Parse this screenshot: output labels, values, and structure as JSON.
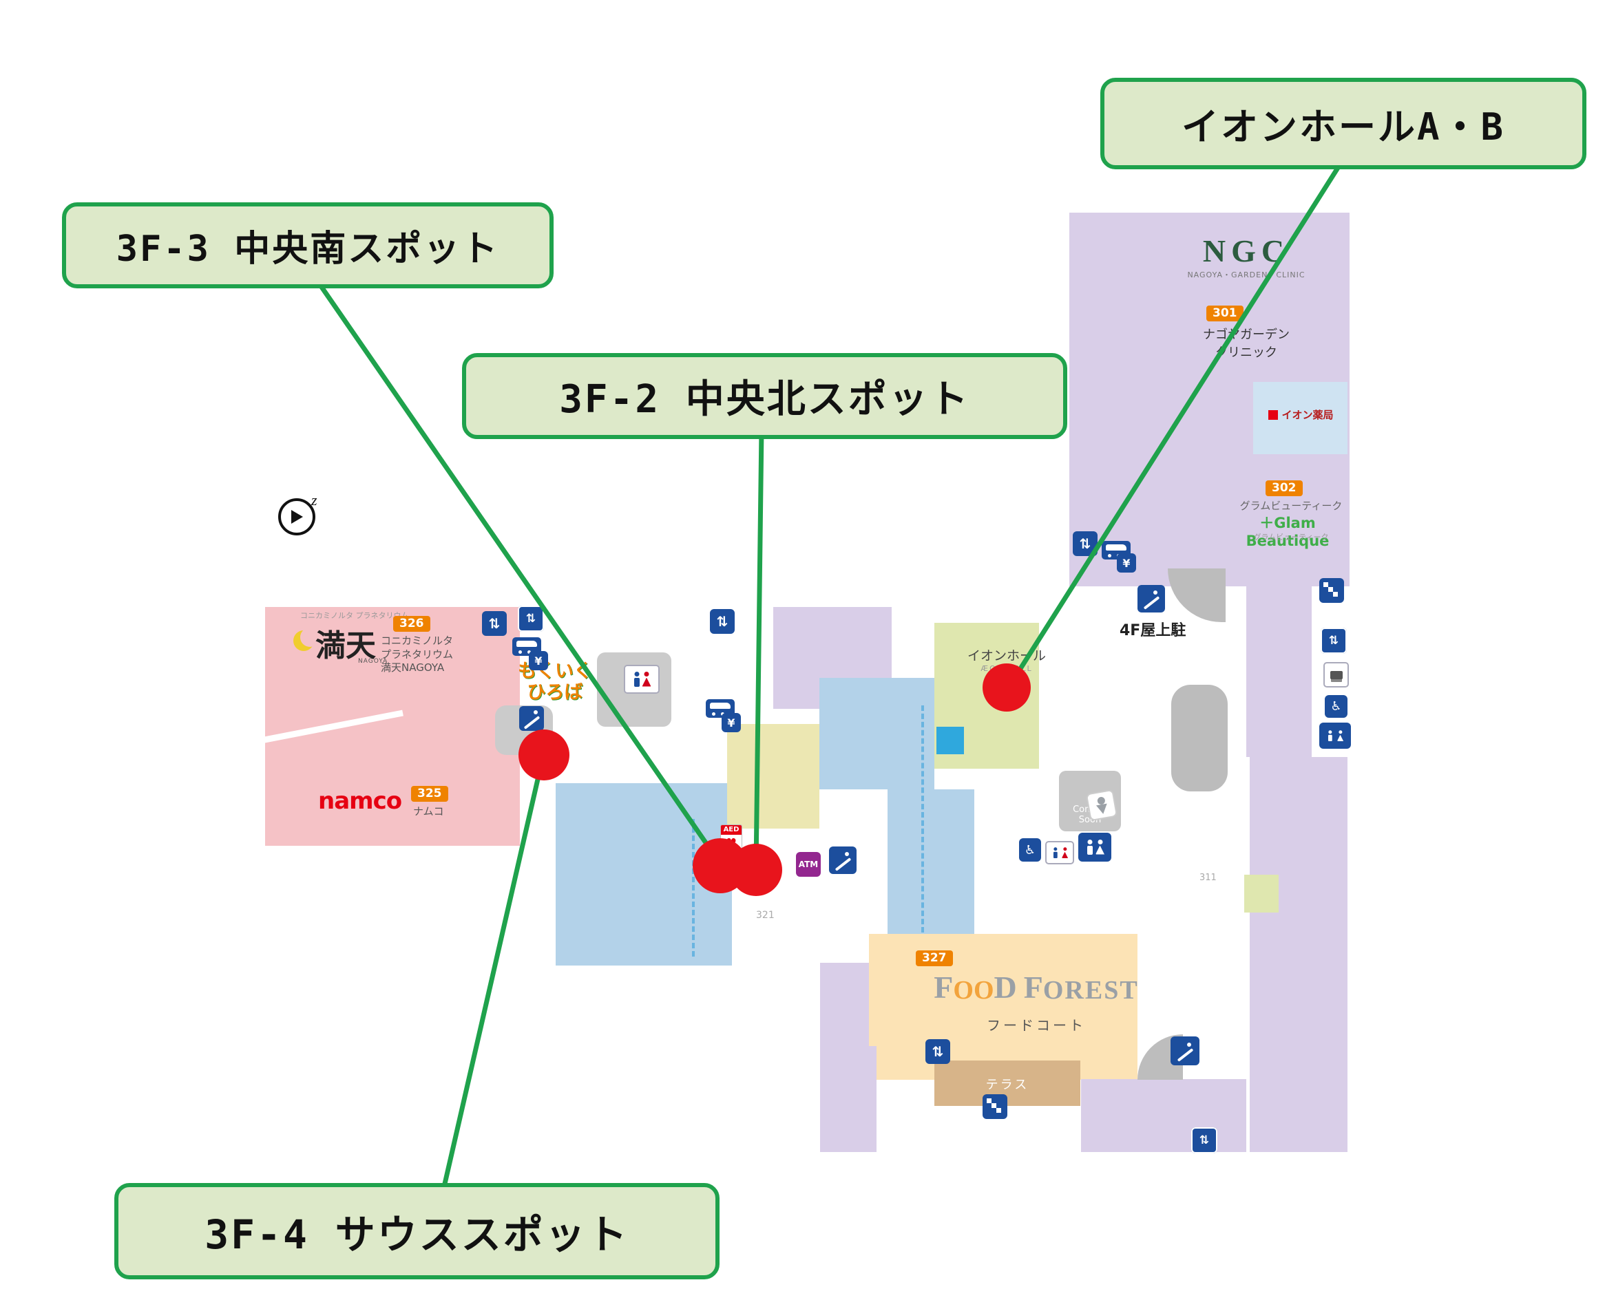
{
  "callouts": {
    "hall": "イオンホールA・B",
    "f3_3": "3F-3 中央南スポット",
    "f3_2": "3F-2 中央北スポット",
    "f3_4": "3F-4 サウススポット"
  },
  "tenants": {
    "ngc": {
      "logo": "NGC",
      "sub": "NAGOYA・GARDEN・CLINIC",
      "unit": "301",
      "line1": "ナゴヤガーデン",
      "line2": "クリニック"
    },
    "pharmacy": {
      "name": "イオン薬局"
    },
    "glam": {
      "unit": "302",
      "kana": "グラムビューティーク",
      "en": "＋Glam Beautique",
      "sub": "グラムビューティーク"
    },
    "manten": {
      "brand": "コニカミノルタ プラネタリウム",
      "logo": "満天",
      "logo_sub": "NAGOYA",
      "unit": "326",
      "line1": "コニカミノルタ",
      "line2": "プラネタリウム",
      "line3": "満天NAGOYA"
    },
    "namco": {
      "logo": "namco",
      "unit": "325",
      "kana": "ナムコ"
    },
    "mokuiku": {
      "line1": "もくいく",
      "line2": "ひろば"
    },
    "hall_map": {
      "line1": "イオンホール",
      "line2": "ÆON HALL"
    },
    "food_forest": {
      "unit": "327",
      "f1": "F",
      "o1": "O",
      "o2": "O",
      "d": "D",
      "f2": "F",
      "orest": "OREST",
      "kana": "フードコート"
    },
    "terrace": "テラス",
    "coming_soon": {
      "line1": "Coming",
      "line2": "Soon"
    }
  },
  "labels": {
    "roof_parking": "4F屋上駐",
    "unit_321": "321",
    "unit_311": "311",
    "compass": "z"
  },
  "icon_glyphs": {
    "elevator": "⇅",
    "yen": "¥",
    "atm": "ATM",
    "aed": "AED",
    "heart": "♥",
    "wheelchair": "♿"
  },
  "colors": {
    "callout_border": "#1fa24c",
    "callout_bg": "#dde9c9",
    "dot_red": "#e8141c",
    "purple": "#d9cee8",
    "pink": "#f5c2c6",
    "blue": "#b3d2e9",
    "bright_blue": "#2fa8dd",
    "yellow": "#ece7b2",
    "green_block": "#dfe7af",
    "food_tan": "#fce3b5",
    "terrace_tan": "#d7b489",
    "navy": "#1c4e9d",
    "badge_orange": "#ef8200"
  }
}
